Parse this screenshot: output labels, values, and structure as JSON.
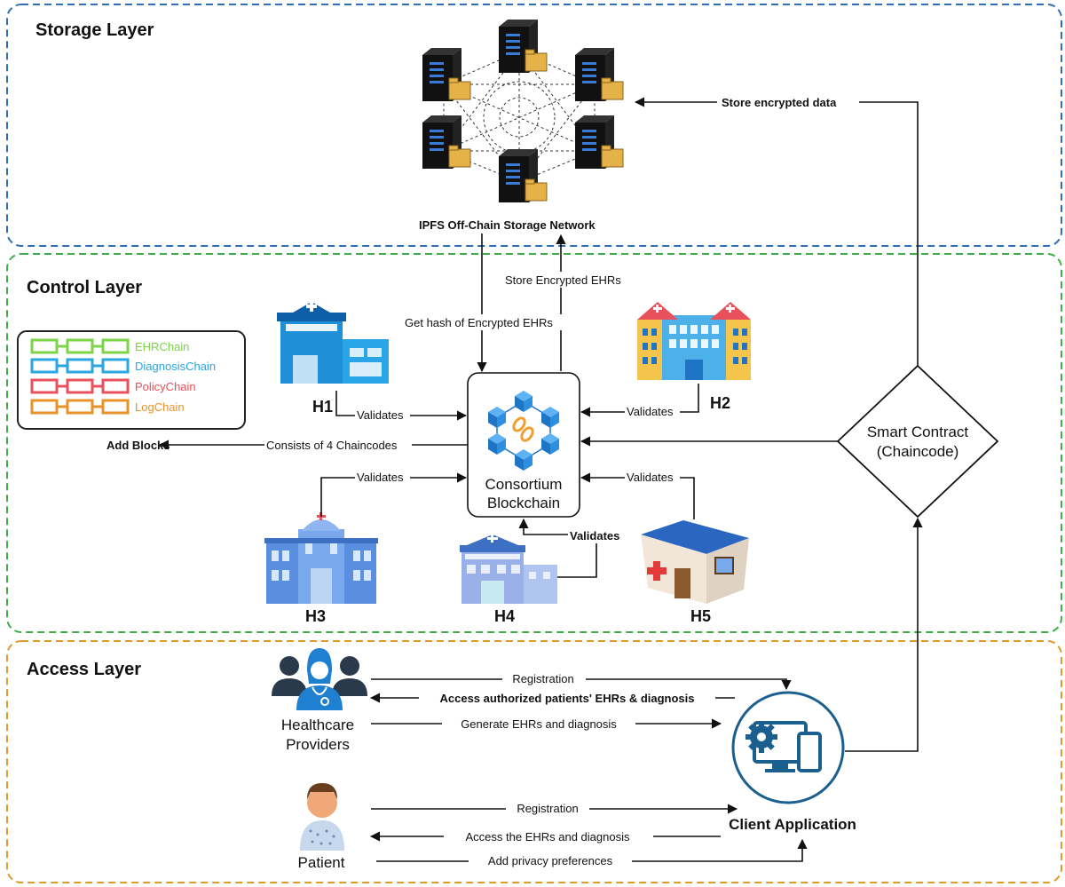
{
  "layers": {
    "storage": "Storage Layer",
    "control": "Control Layer",
    "access": "Access Layer"
  },
  "colors": {
    "storage_border": "#2f6fba",
    "control_border": "#3fae49",
    "access_border": "#e09a2a",
    "ehr_chain": "#7ed348",
    "diagnosis_chain": "#2aa6e0",
    "policy_chain": "#e8505b",
    "log_chain": "#e8922a"
  },
  "storage": {
    "network_label": "IPFS Off-Chain Storage Network",
    "store_encrypted_data": "Store encrypted data"
  },
  "control": {
    "store_encrypted_ehrs": "Store Encrypted EHRs",
    "get_hash": "Get hash of Encrypted EHRs",
    "chains": [
      "EHRChain",
      "DiagnosisChain",
      "PolicyChain",
      "LogChain"
    ],
    "add_blocks": "Add Blocks",
    "consists_of": "Consists of 4 Chaincodes",
    "blockchain_line1": "Consortium",
    "blockchain_line2": "Blockchain",
    "validates": "Validates",
    "smart_contract_line1": "Smart Contract",
    "smart_contract_line2": "(Chaincode)",
    "hospitals": [
      "H1",
      "H2",
      "H3",
      "H4",
      "H5"
    ]
  },
  "access": {
    "providers_line1": "Healthcare",
    "providers_line2": "Providers",
    "patient": "Patient",
    "client_app": "Client Application",
    "provider_registration": "Registration",
    "access_authorized": "Access authorized patients' EHRs & diagnosis",
    "generate_ehrs": "Generate EHRs and diagnosis",
    "patient_registration": "Registration",
    "access_ehrs": "Access the EHRs and diagnosis",
    "privacy": "Add privacy preferences"
  }
}
